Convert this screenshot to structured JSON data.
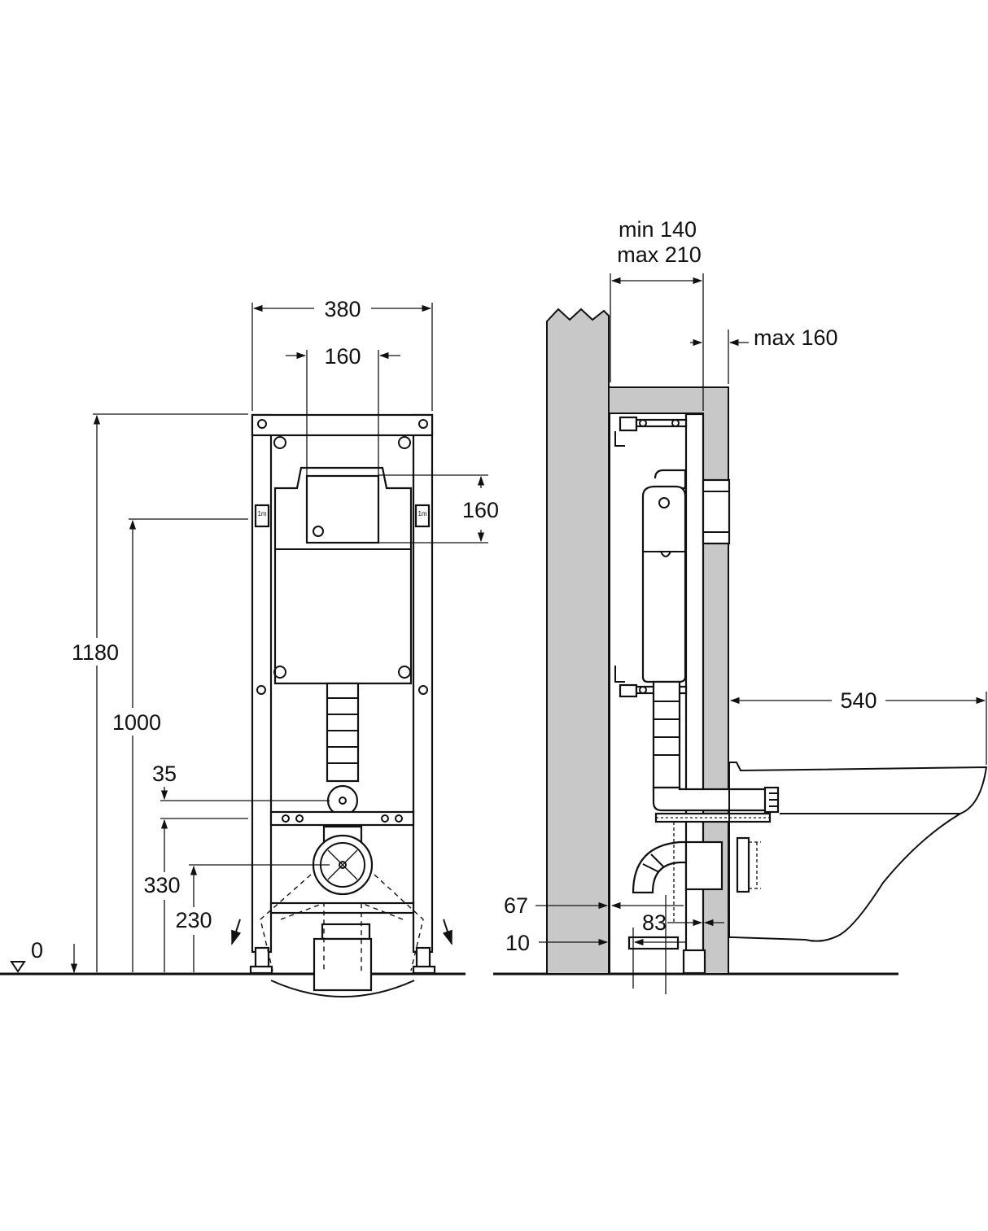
{
  "front_view": {
    "width_label": "380",
    "inner_width_label": "160",
    "panel_height_label": "160",
    "total_height_label": "1180",
    "actuator_height_label": "1000",
    "flush_pipe_offset_label": "35",
    "rail_height_label": "330",
    "outlet_height_label": "230",
    "floor_label": "0",
    "badge_text": "1m"
  },
  "side_view": {
    "wall_depth_min_label": "min 140",
    "wall_depth_max_label": "max 210",
    "tile_depth_label": "max 160",
    "bowl_projection_label": "540",
    "wall_offset_label": "67",
    "pipe_offset_label": "83",
    "floor_offset_label": "10"
  },
  "colors": {
    "line": "#111111",
    "wall_fill": "#c8c8c8",
    "background": "#ffffff"
  }
}
